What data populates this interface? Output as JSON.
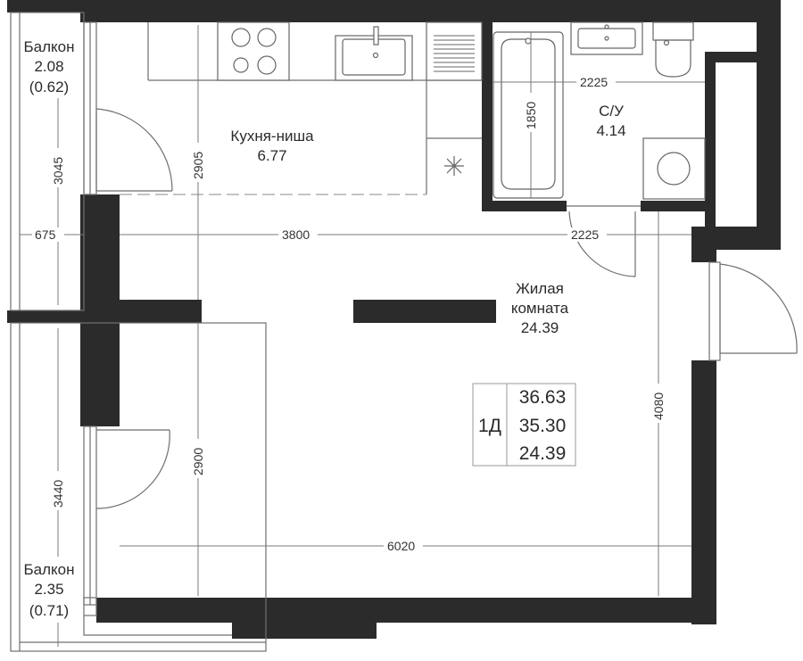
{
  "rooms": {
    "balcony_top": {
      "name": "Балкон",
      "area": "2.08",
      "coef": "(0.62)"
    },
    "balcony_bottom": {
      "name": "Балкон",
      "area": "2.35",
      "coef": "(0.71)"
    },
    "kitchen": {
      "name": "Кухня-ниша",
      "area": "6.77"
    },
    "bathroom": {
      "name": "С/У",
      "area": "4.14"
    },
    "living": {
      "name_line1": "Жилая",
      "name_line2": "комната",
      "area": "24.39"
    }
  },
  "summary": {
    "type": "1Д",
    "total_area": "36.63",
    "area_no_balcony": "35.30",
    "living_area": "24.39"
  },
  "dimensions": {
    "balcony_top_height": "3045",
    "balcony_bottom_height": "3440",
    "balcony_width": "675",
    "kitchen_depth": "2905",
    "living_depth": "2900",
    "kitchen_width": "3800",
    "bath_width_top": "2225",
    "bath_width_bottom": "2225",
    "bath_height": "1850",
    "right_height": "4080",
    "total_width": "6020"
  }
}
